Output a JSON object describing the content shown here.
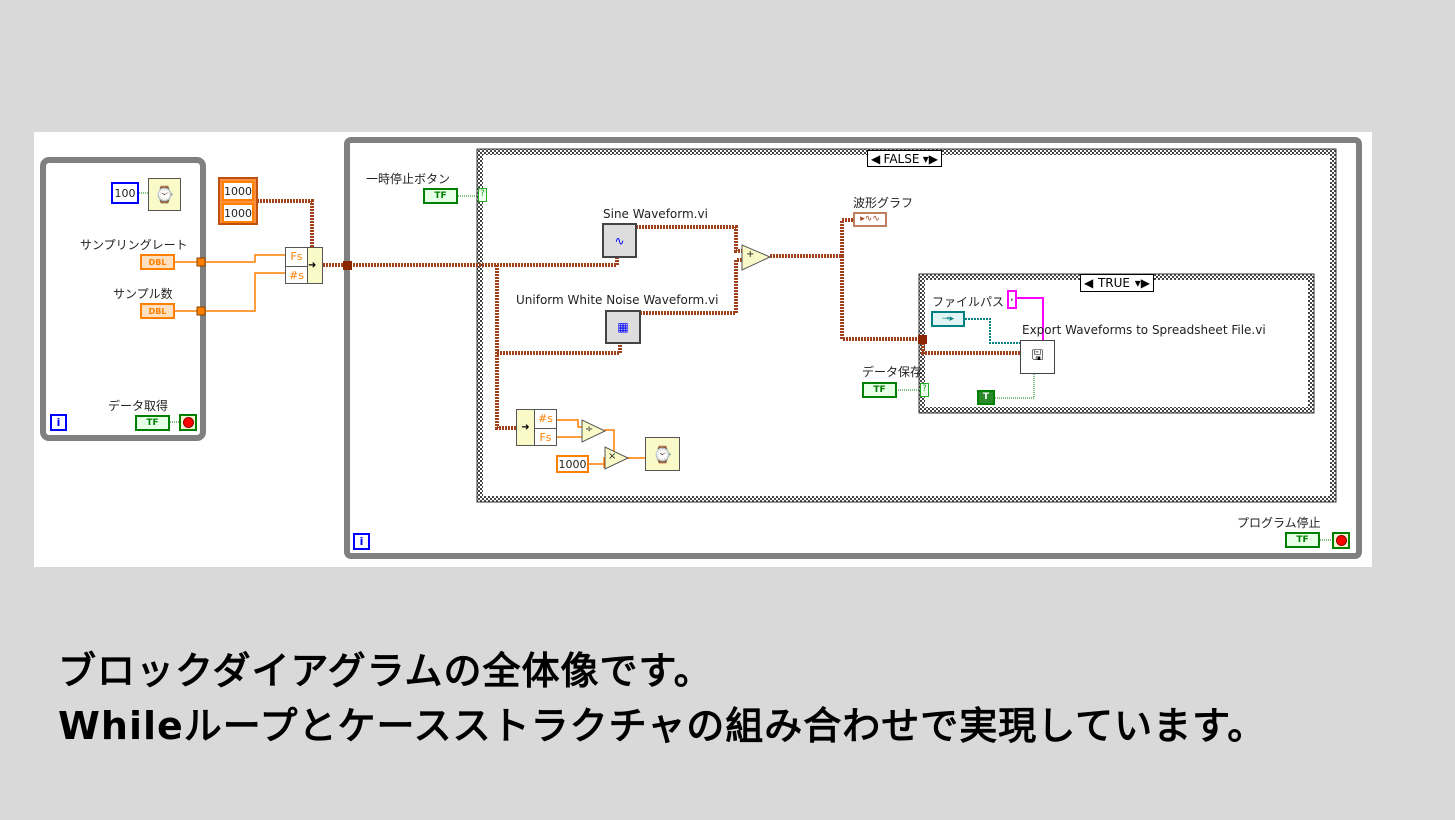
{
  "diagram": {
    "left_loop": {
      "wait_ms": "100",
      "sampling_rate_label": "サンプリングレート",
      "samples_label": "サンプル数",
      "dbl": "DBL",
      "acquire_label": "データ取得",
      "tf": "TF",
      "iter": "i"
    },
    "array_const": [
      "1000",
      "1000"
    ],
    "bundle": {
      "fs": "Fs",
      "ns": "#s"
    },
    "main_loop": {
      "pause_label": "一時停止ボタン",
      "stop_label": "プログラム停止",
      "iter": "i",
      "tf": "TF"
    },
    "case_outer": {
      "selector": "FALSE",
      "sine_label": "Sine Waveform.vi",
      "noise_label": "Uniform White Noise Waveform.vi",
      "graph_label": "波形グラフ",
      "save_label": "データ保存",
      "unbundle": {
        "ns": "#s",
        "fs": "Fs"
      },
      "ms_const": "1000",
      "divide": "÷",
      "multiply": "×",
      "add": "+",
      "q": "?"
    },
    "case_inner": {
      "selector": "TRUE",
      "path_label": "ファイルパス",
      "delimiter": ",",
      "export_label": "Export Waveforms to Spreadsheet File.vi",
      "true_const": "T"
    },
    "colors": {
      "dbl": "#ff7f00",
      "waveform": "#a0411c",
      "bool": "#008000",
      "string": "#ff00ff",
      "path": "#008080"
    }
  },
  "caption": {
    "line1": "ブロックダイアグラムの全体像です。",
    "line2": "Whileループとケースストラクチャの組み合わせで実現しています。"
  }
}
